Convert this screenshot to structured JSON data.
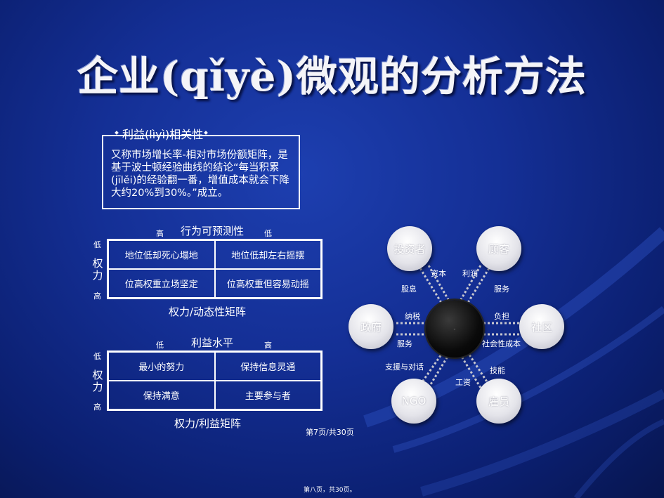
{
  "title": "企业(qǐyè)微观的分析方法",
  "stakeholder_box": {
    "heading": "利益(lìyì)相关性",
    "body": "又称市场增长率-相对市场份额矩阵，是基于波士顿经验曲线的结论“每当积累(jīlěi)的经验翻一番，增值成本就会下降大约20%到30%。”成立。"
  },
  "matrix1": {
    "top_label": "行为可预测性",
    "top_left": "高",
    "top_right": "低",
    "side_top": "低",
    "side_label_1": "权",
    "side_label_2": "力",
    "side_bottom": "高",
    "cells": [
      "地位低却死心塌地",
      "地位低却左右摇摆",
      "位高权重立场坚定",
      "位高权重但容易动摇"
    ],
    "caption": "权力/动态性矩阵"
  },
  "matrix2": {
    "top_label": "利益水平",
    "top_left": "低",
    "top_right": "高",
    "side_top": "低",
    "side_label_1": "权",
    "side_label_2": "力",
    "side_bottom": "高",
    "cells": [
      "最小的努力",
      "保持信息灵通",
      "保持满意",
      "主要参与者"
    ],
    "caption": "权力/利益矩阵"
  },
  "diagram": {
    "center_text": "-",
    "nodes": {
      "investor": "投资者",
      "customer": "顾客",
      "government": "政府",
      "community": "社区",
      "ngo": "NGO",
      "employee": "雇员"
    },
    "edge_labels": {
      "capital": "资本",
      "dividend": "股息",
      "profit": "利润",
      "service_customer": "服务",
      "tax": "纳税",
      "service_gov": "服务",
      "burden": "负担",
      "social_cost": "社会性成本",
      "support": "支援与对话",
      "skill": "技能",
      "wage": "工资"
    }
  },
  "page_number": "第7页/共30页",
  "footer": "第八页，共30页。"
}
